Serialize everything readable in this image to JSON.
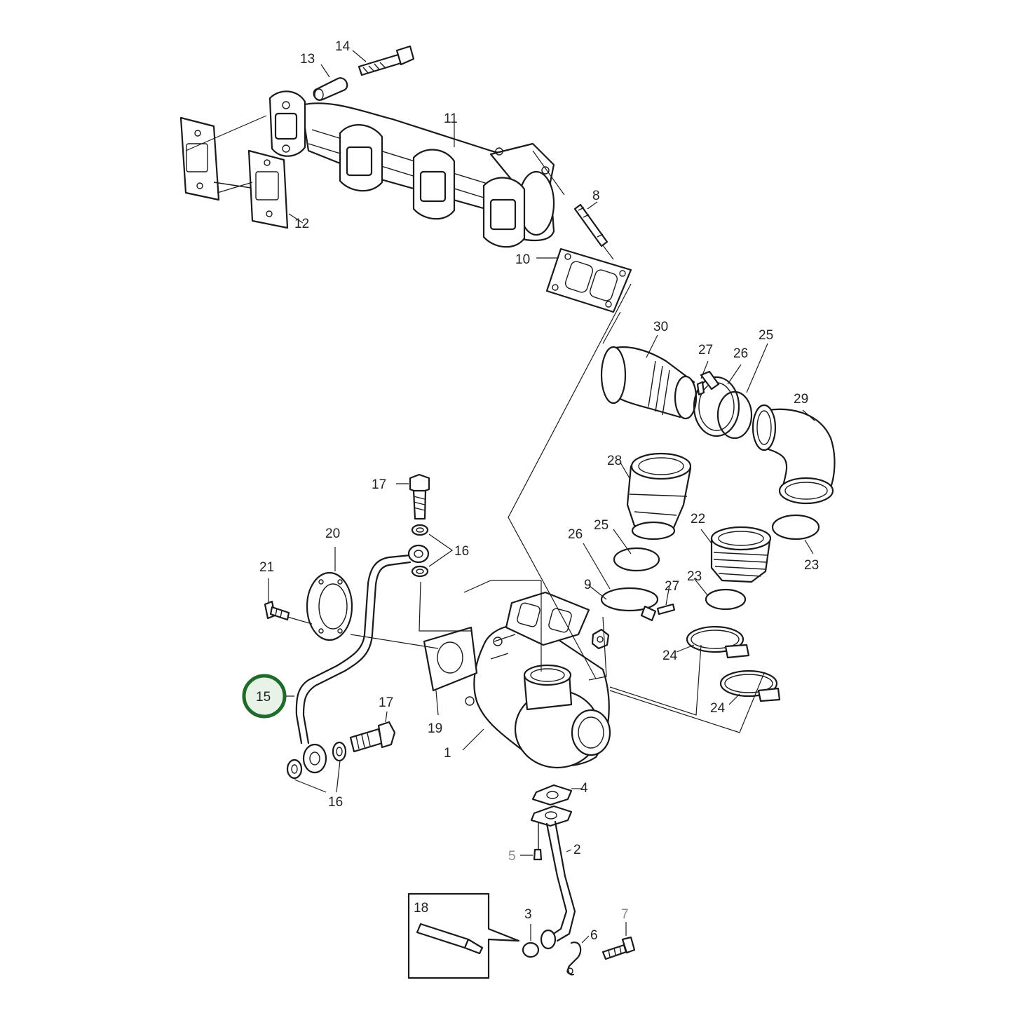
{
  "diagram": {
    "highlight_color": "#1f6b2a",
    "highlight_fill": "#e8f3e8",
    "labels": [
      {
        "id": "1",
        "text": "1"
      },
      {
        "id": "2",
        "text": "2"
      },
      {
        "id": "3",
        "text": "3"
      },
      {
        "id": "4",
        "text": "4"
      },
      {
        "id": "5",
        "text": "5",
        "muted": true
      },
      {
        "id": "6",
        "text": "6"
      },
      {
        "id": "7",
        "text": "7",
        "muted": true
      },
      {
        "id": "8",
        "text": "8"
      },
      {
        "id": "9",
        "text": "9"
      },
      {
        "id": "10",
        "text": "10"
      },
      {
        "id": "11",
        "text": "11"
      },
      {
        "id": "12",
        "text": "12"
      },
      {
        "id": "13",
        "text": "13"
      },
      {
        "id": "14",
        "text": "14"
      },
      {
        "id": "15",
        "text": "15",
        "highlighted": true
      },
      {
        "id": "16a",
        "text": "16"
      },
      {
        "id": "16b",
        "text": "16"
      },
      {
        "id": "17a",
        "text": "17"
      },
      {
        "id": "17b",
        "text": "17"
      },
      {
        "id": "18",
        "text": "18"
      },
      {
        "id": "19",
        "text": "19"
      },
      {
        "id": "20",
        "text": "20"
      },
      {
        "id": "21",
        "text": "21"
      },
      {
        "id": "22",
        "text": "22"
      },
      {
        "id": "23a",
        "text": "23"
      },
      {
        "id": "23b",
        "text": "23"
      },
      {
        "id": "24a",
        "text": "24"
      },
      {
        "id": "24b",
        "text": "24"
      },
      {
        "id": "25a",
        "text": "25"
      },
      {
        "id": "25b",
        "text": "25"
      },
      {
        "id": "26a",
        "text": "26"
      },
      {
        "id": "26b",
        "text": "26"
      },
      {
        "id": "27a",
        "text": "27"
      },
      {
        "id": "27b",
        "text": "27"
      },
      {
        "id": "28",
        "text": "28"
      },
      {
        "id": "29",
        "text": "29"
      },
      {
        "id": "30",
        "text": "30"
      }
    ]
  }
}
